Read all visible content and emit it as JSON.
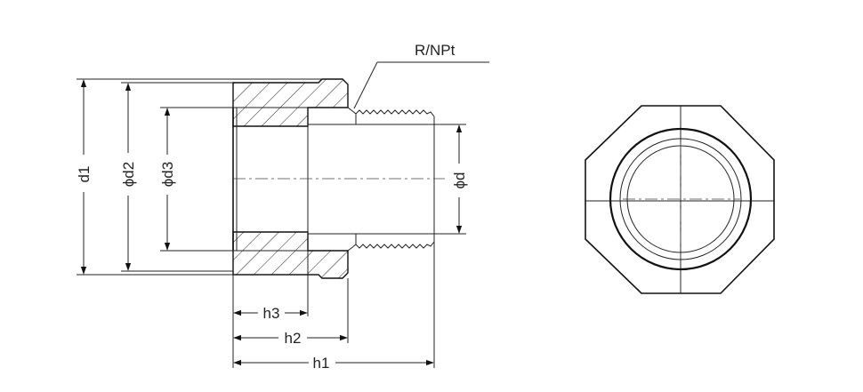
{
  "labels": {
    "thread": "R/NPt",
    "d1": "d1",
    "phi_d2": "ϕd2",
    "phi_d3": "ϕd3",
    "phi_d": "ϕd",
    "h3": "h3",
    "h2": "h2",
    "h1": "h1"
  }
}
